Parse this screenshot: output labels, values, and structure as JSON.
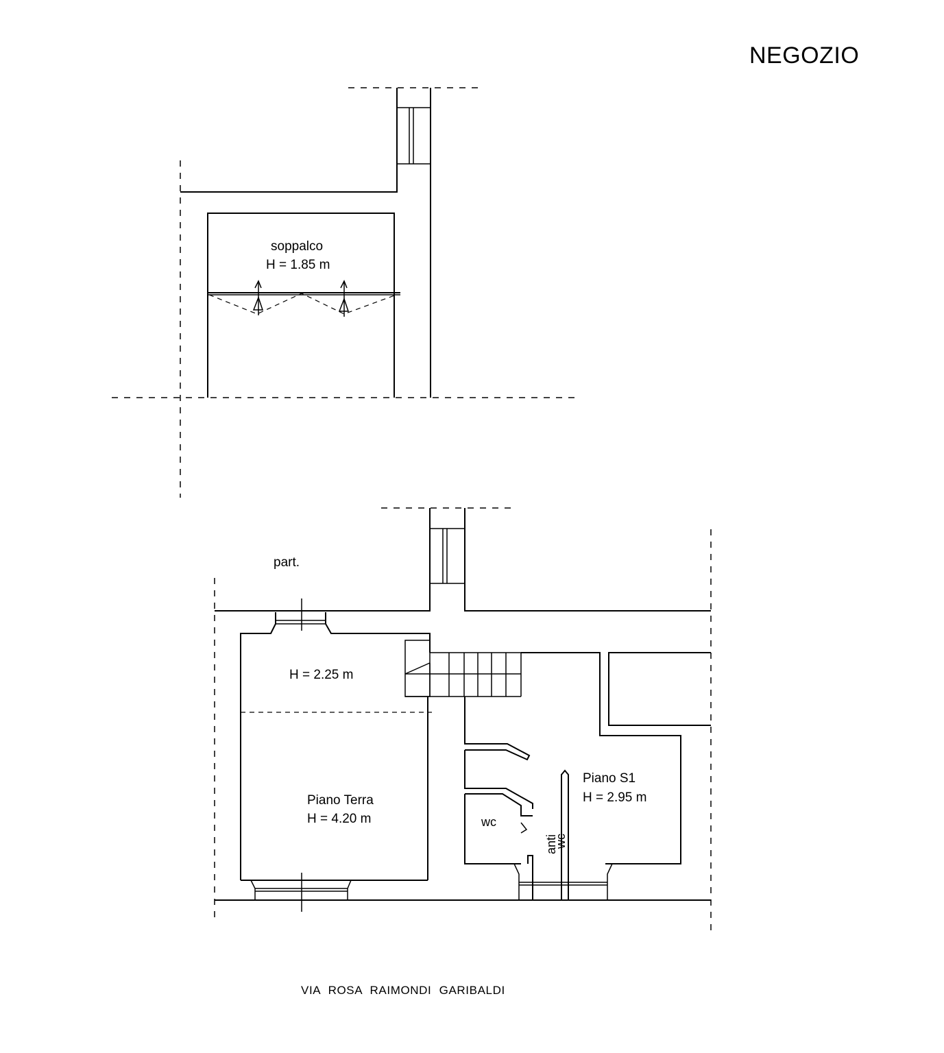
{
  "title": "NEGOZIO",
  "mezzanine": {
    "name": "soppalco",
    "height": "H = 1.85 m"
  },
  "ground": {
    "part_label": "part.",
    "upper_height": "H = 2.25 m",
    "room_name": "Piano Terra",
    "room_height": "H = 4.20 m"
  },
  "basement": {
    "room_name": "Piano S1",
    "room_height": "H = 2.95 m",
    "wc": "wc",
    "anti_wc_1": "anti",
    "anti_wc_2": "wc"
  },
  "street": "VIA ROSA RAIMONDI GARIBALDI"
}
